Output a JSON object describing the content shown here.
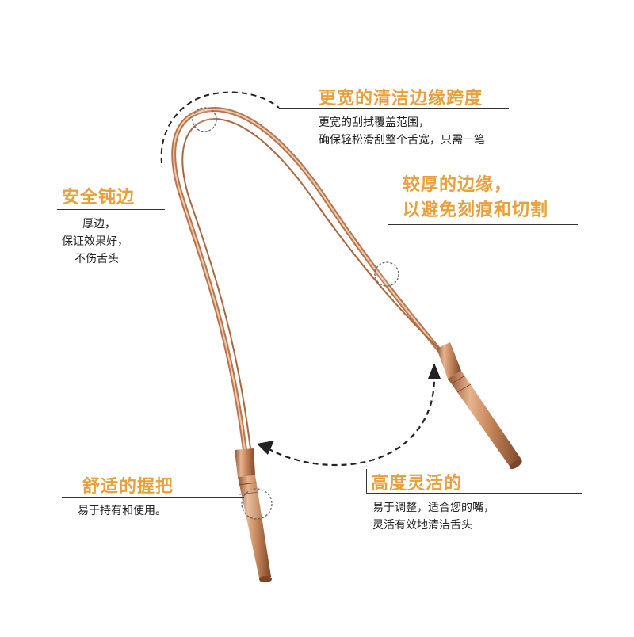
{
  "callouts": {
    "wide_edge": {
      "title": "更宽的清洁边缘跨度",
      "lines": [
        "更宽的刮拭覆盖范围，",
        "确保轻松滑刮整个舌宽，只需一笔"
      ]
    },
    "safe_edge": {
      "title": "安全钝边",
      "lines": [
        "厚边，",
        "保证效果好，",
        "不伤舌头"
      ]
    },
    "thick_edge": {
      "title_lines": [
        "较厚的边缘，",
        "以避免刻痕和切割"
      ]
    },
    "grip": {
      "title": "舒适的握把",
      "lines": [
        "易于持有和使用。"
      ]
    },
    "flexible": {
      "title": "高度灵活的",
      "lines": [
        "易于调整，适合您的嘴，",
        "灵活有效地清洁舌头"
      ]
    }
  },
  "colors": {
    "accent": "#e8a03a",
    "copper": "#c98a5e",
    "copper_dark": "#a5663e",
    "copper_light": "#ecc3a0"
  },
  "icons": [
    "dashed-arc-icon",
    "double-arrow-icon",
    "highlight-circle-icon"
  ]
}
